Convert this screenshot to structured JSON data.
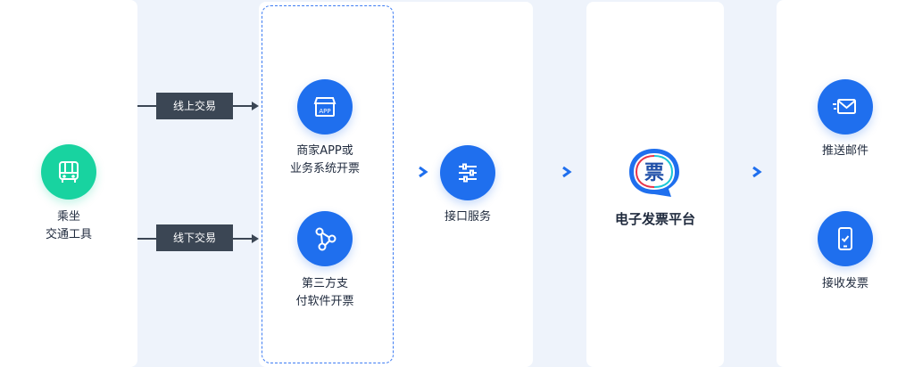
{
  "left": {
    "label_line1": "乘坐",
    "label_line2": "交通工具"
  },
  "channels": {
    "online": "线上交易",
    "offline": "线下交易"
  },
  "merchant": {
    "app_badge": "APP",
    "line1": "商家APP或",
    "line2": "业务系统开票"
  },
  "third_party": {
    "line1": "第三方支",
    "line2": "付软件开票"
  },
  "interface": {
    "label": "接口服务"
  },
  "platform": {
    "logo_glyph": "票",
    "label": "电子发票平台"
  },
  "outputs": {
    "email": "推送邮件",
    "receive": "接收发票"
  },
  "colors": {
    "primary_blue": "#1f6fee",
    "green": "#18d3a0",
    "tag_dark": "#3b4654",
    "bg": "#eef3fb"
  }
}
